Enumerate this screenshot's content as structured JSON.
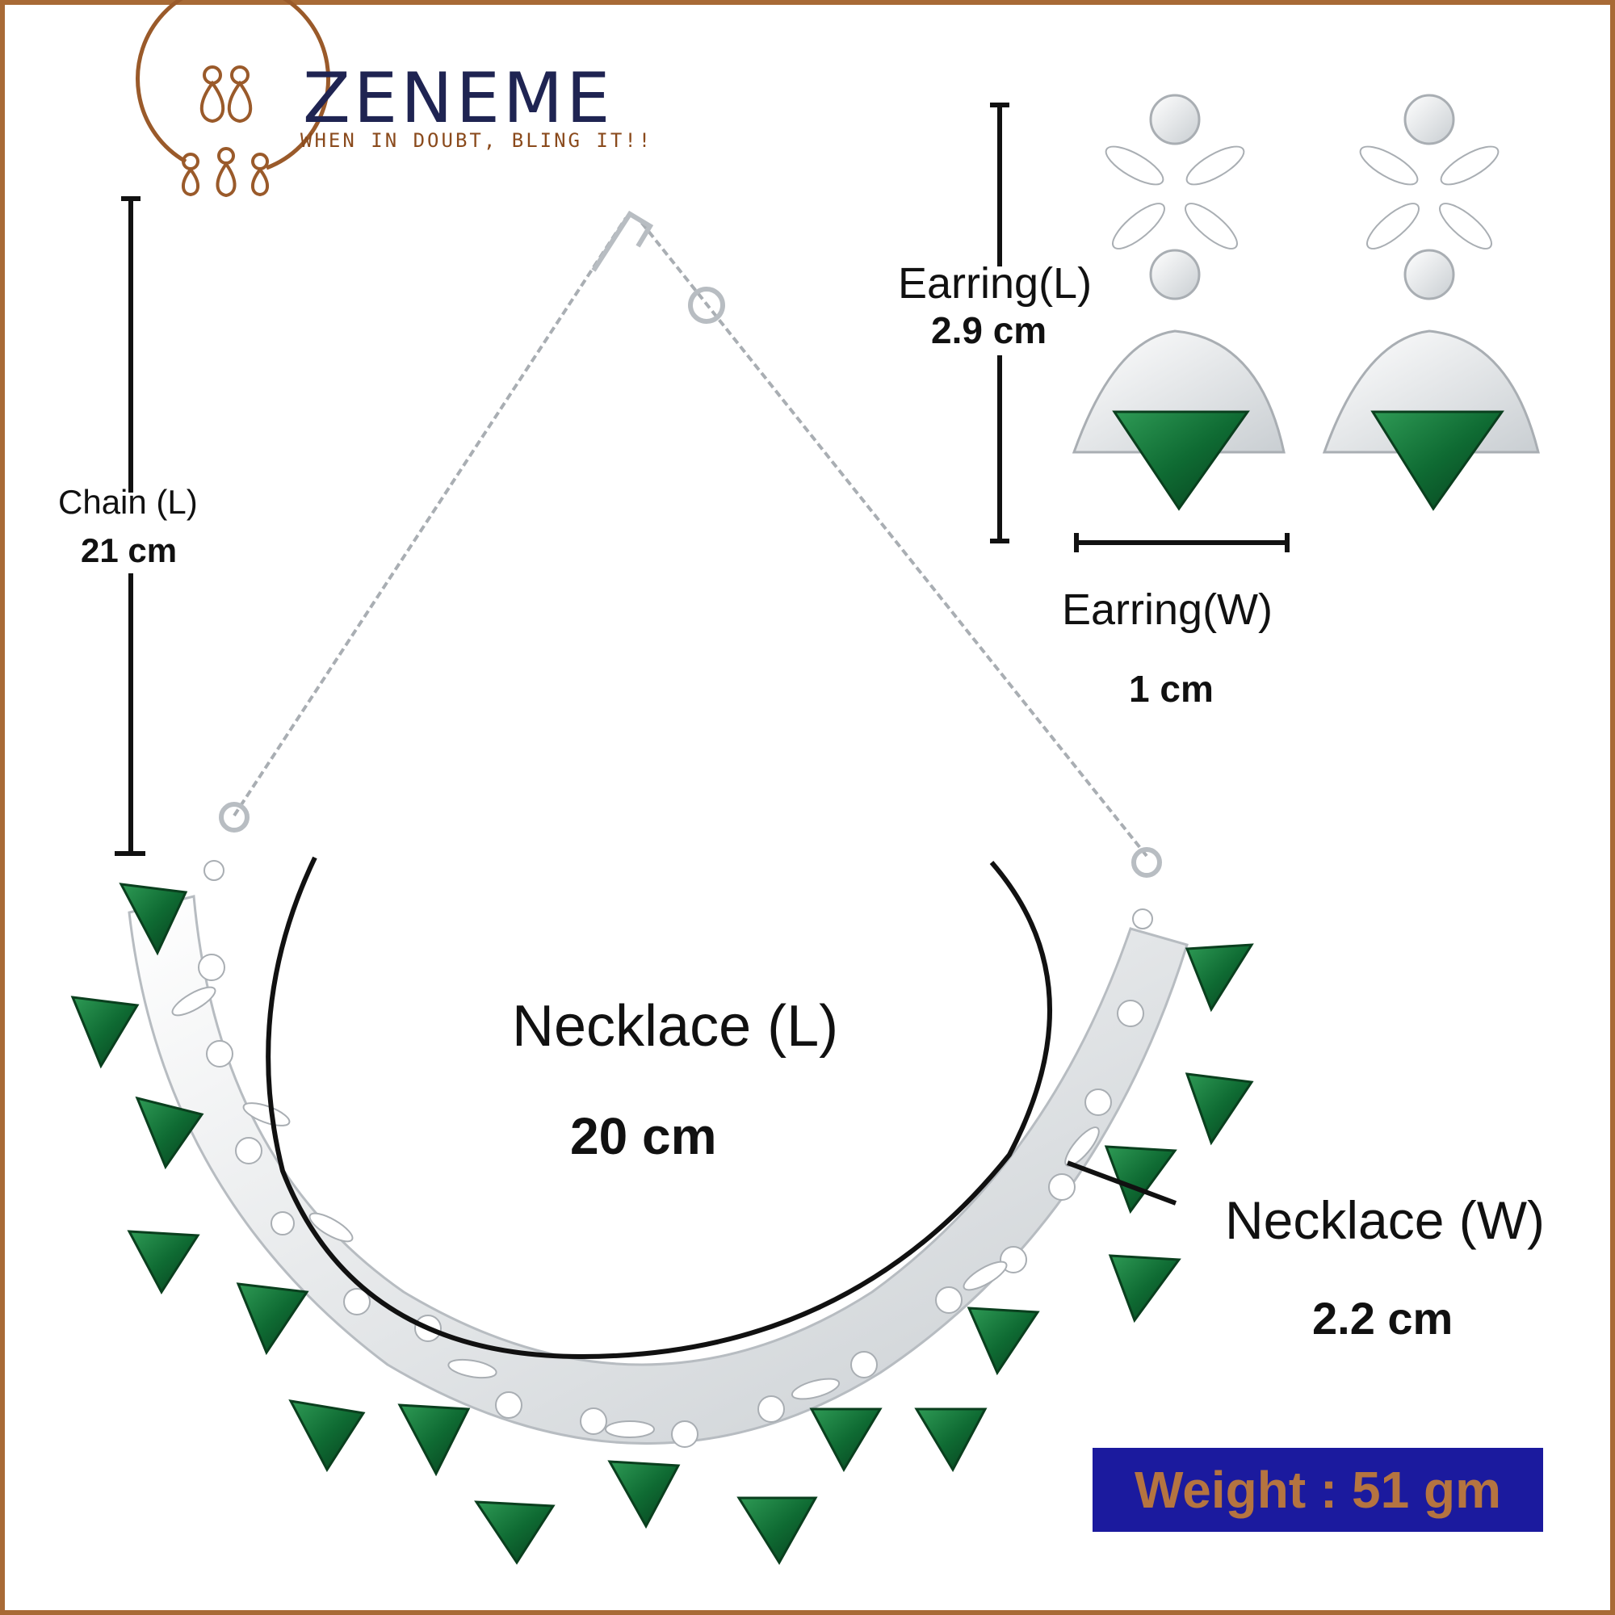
{
  "brand": {
    "name": "ZENEME",
    "tagline": "WHEN IN DOUBT, BLING IT!!"
  },
  "measurements": {
    "chain": {
      "label": "Chain (L)",
      "value": "21 cm"
    },
    "earring_length": {
      "label": "Earring(L)",
      "value": "2.9 cm"
    },
    "earring_width": {
      "label": "Earring(W)",
      "value": "1 cm"
    },
    "necklace_length": {
      "label": "Necklace (L)",
      "value": "20 cm"
    },
    "necklace_width": {
      "label": "Necklace (W)",
      "value": "2.2 cm"
    }
  },
  "weight": {
    "text": "Weight : 51 gm"
  },
  "colors": {
    "border": "#a86a36",
    "brand_navy": "#1f2452",
    "brand_brown": "#8a4a1c",
    "emerald": "#0f6b33",
    "silver": "#dfe3e6",
    "weight_box": "#1b1a9e",
    "weight_text": "#b57440"
  }
}
